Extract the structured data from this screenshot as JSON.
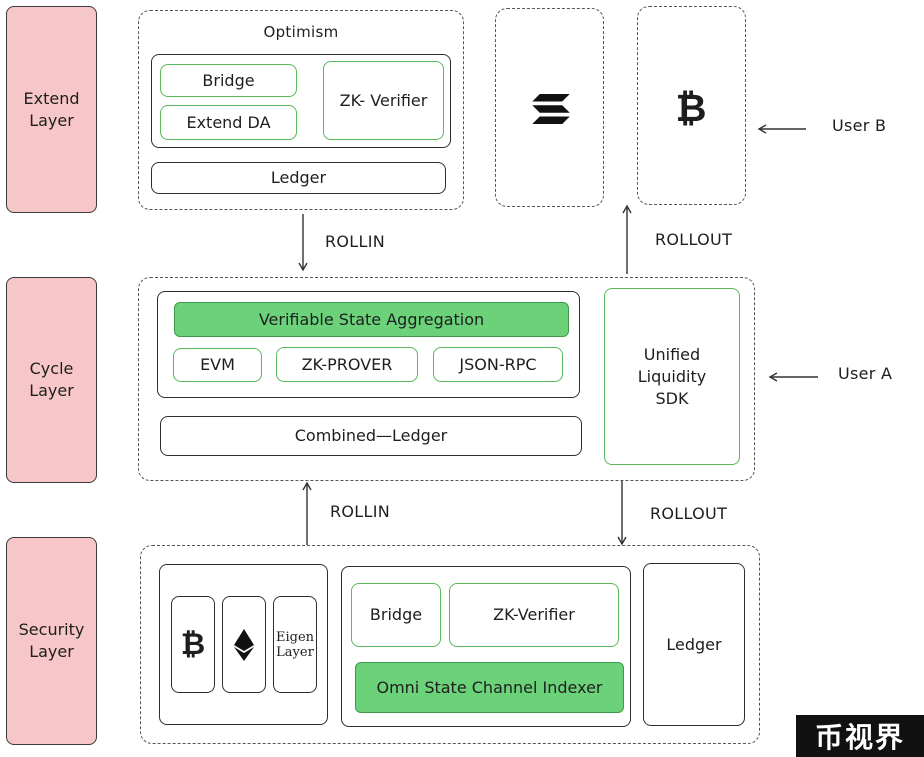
{
  "layers": {
    "extend": "Extend\nLayer",
    "cycle": "Cycle\nLayer",
    "security": "Security\nLayer"
  },
  "extend": {
    "title": "Optimism",
    "bridge": "Bridge",
    "extend_da": "Extend DA",
    "zk_verifier": "ZK- Verifier",
    "ledger": "Ledger",
    "chain_solana_icon": "solana-icon",
    "chain_bitcoin_icon": "bitcoin-icon"
  },
  "cycle": {
    "vsa": "Verifiable State Aggregation",
    "evm": "EVM",
    "zk_prover": "ZK-PROVER",
    "json_rpc": "JSON-RPC",
    "combined_ledger": "Combined—Ledger",
    "sdk": "Unified\nLiquidity\nSDK"
  },
  "security": {
    "bitcoin_icon": "bitcoin-icon",
    "ethereum_icon": "ethereum-icon",
    "eigenlayer": "Eigen\nLayer",
    "bridge": "Bridge",
    "zk_verifier": "ZK-Verifier",
    "indexer": "Omni State Channel Indexer",
    "ledger": "Ledger"
  },
  "flows": {
    "rollin_top": "ROLLIN",
    "rollout_top": "ROLLOUT",
    "rollin_bottom": "ROLLIN",
    "rollout_bottom": "ROLLOUT"
  },
  "users": {
    "user_b": "User B",
    "user_a": "User A"
  },
  "watermark": "币视界"
}
